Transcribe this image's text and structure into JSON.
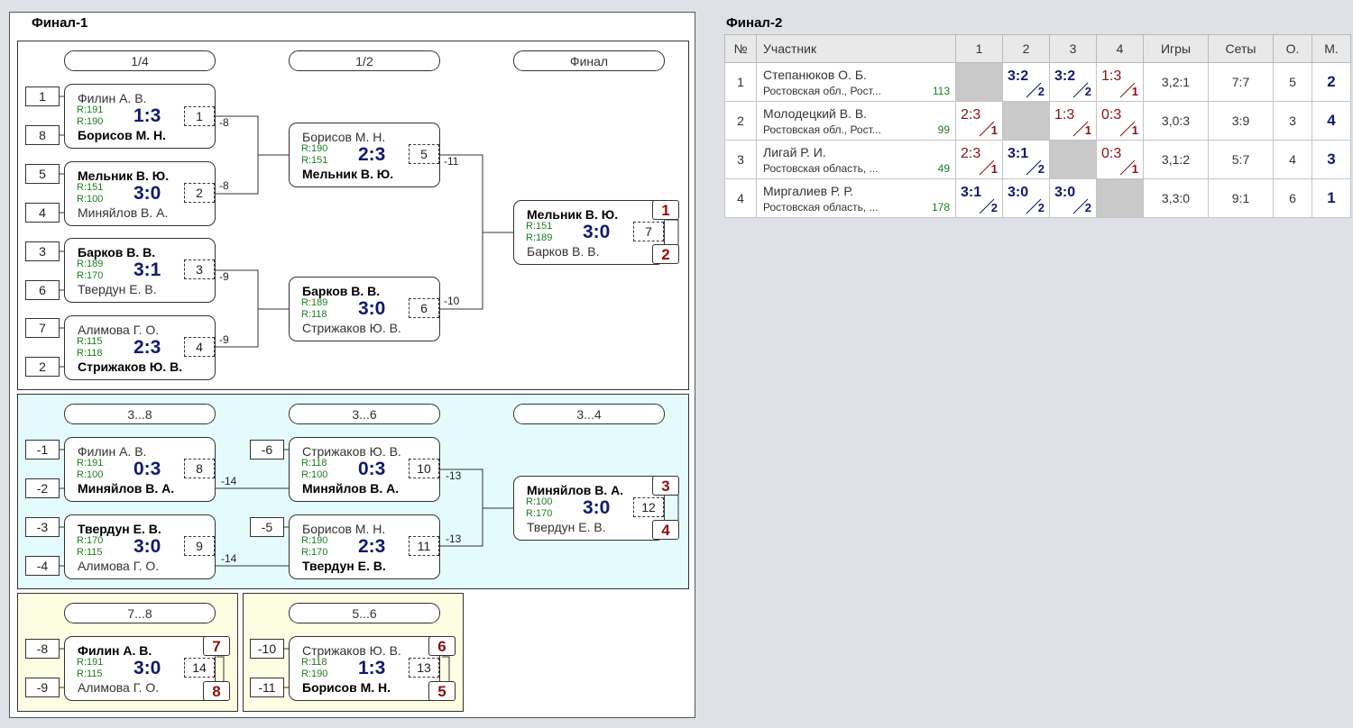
{
  "final1": {
    "title": "Финал-1",
    "rounds": [
      "1/4",
      "1/2",
      "Финал",
      "3...8",
      "3...6",
      "3...4",
      "7...8",
      "5...6"
    ],
    "seeds": [
      "1",
      "8",
      "5",
      "4",
      "3",
      "6",
      "7",
      "2",
      "-1",
      "-2",
      "-3",
      "-4",
      "-6",
      "-5",
      "-8",
      "-9",
      "-10",
      "-11"
    ],
    "matches": [
      {
        "num": "1",
        "p1": "Филин А. В.",
        "p2": "Борисов М. Н.",
        "r1": "R:191",
        "r2": "R:190",
        "score": "1:3",
        "loss": "-8"
      },
      {
        "num": "2",
        "p1": "Мельник В. Ю.",
        "p2": "Миняйлов В. А.",
        "r1": "R:151",
        "r2": "R:100",
        "score": "3:0",
        "loss": "-8"
      },
      {
        "num": "3",
        "p1": "Барков В. В.",
        "p2": "Твердун Е. В.",
        "r1": "R:189",
        "r2": "R:170",
        "score": "3:1",
        "loss": "-9"
      },
      {
        "num": "4",
        "p1": "Алимова Г. О.",
        "p2": "Стрижаков Ю. В.",
        "r1": "R:115",
        "r2": "R:118",
        "score": "2:3",
        "loss": "-9"
      },
      {
        "num": "5",
        "p1": "Борисов М. Н.",
        "p2": "Мельник В. Ю.",
        "r1": "R:190",
        "r2": "R:151",
        "score": "2:3",
        "loss": "-11"
      },
      {
        "num": "6",
        "p1": "Барков В. В.",
        "p2": "Стрижаков Ю. В.",
        "r1": "R:189",
        "r2": "R:118",
        "score": "3:0",
        "loss": "-10"
      },
      {
        "num": "7",
        "p1": "Мельник В. Ю.",
        "p2": "Барков В. В.",
        "r1": "R:151",
        "r2": "R:189",
        "score": "3:0",
        "place1": "1",
        "place2": "2"
      },
      {
        "num": "8",
        "p1": "Филин А. В.",
        "p2": "Миняйлов В. А.",
        "r1": "R:191",
        "r2": "R:100",
        "score": "0:3",
        "loss": "-14"
      },
      {
        "num": "9",
        "p1": "Твердун Е. В.",
        "p2": "Алимова Г. О.",
        "r1": "R:170",
        "r2": "R:115",
        "score": "3:0",
        "loss": "-14"
      },
      {
        "num": "10",
        "p1": "Стрижаков Ю. В.",
        "p2": "Миняйлов В. А.",
        "r1": "R:118",
        "r2": "R:100",
        "score": "0:3",
        "loss": "-13"
      },
      {
        "num": "11",
        "p1": "Борисов М. Н.",
        "p2": "Твердун Е. В.",
        "r1": "R:190",
        "r2": "R:170",
        "score": "2:3",
        "loss": "-13"
      },
      {
        "num": "12",
        "p1": "Миняйлов В. А.",
        "p2": "Твердун Е. В.",
        "r1": "R:100",
        "r2": "R:170",
        "score": "3:0",
        "place1": "3",
        "place2": "4"
      },
      {
        "num": "14",
        "p1": "Филин А. В.",
        "p2": "Алимова Г. О.",
        "r1": "R:191",
        "r2": "R:115",
        "score": "3:0",
        "place1": "7",
        "place2": "8"
      },
      {
        "num": "13",
        "p1": "Стрижаков Ю. В.",
        "p2": "Борисов М. Н.",
        "r1": "R:118",
        "r2": "R:190",
        "score": "1:3",
        "place1": "6",
        "place2": "5"
      }
    ]
  },
  "final2": {
    "title": "Финал-2",
    "headers": [
      "№",
      "Участник",
      "1",
      "2",
      "3",
      "4",
      "Игры",
      "Сеты",
      "О.",
      "М."
    ],
    "rows": [
      {
        "n": "1",
        "name": "Степанюков О. Б.",
        "region": "Ростовская обл., Рост...",
        "rating": "113",
        "cells": [
          null,
          {
            "s": "3:2",
            "p": "2"
          },
          {
            "s": "3:2",
            "p": "2"
          },
          {
            "s": "1:3",
            "p": "1"
          }
        ],
        "games": "3,2:1",
        "sets": "7:7",
        "pts": "5",
        "place": "2"
      },
      {
        "n": "2",
        "name": "Молодецкий В. В.",
        "region": "Ростовская обл., Рост...",
        "rating": "99",
        "cells": [
          {
            "s": "2:3",
            "p": "1"
          },
          null,
          {
            "s": "1:3",
            "p": "1"
          },
          {
            "s": "0:3",
            "p": "1"
          }
        ],
        "games": "3,0:3",
        "sets": "3:9",
        "pts": "3",
        "place": "4"
      },
      {
        "n": "3",
        "name": "Лигай Р. И.",
        "region": "Ростовская область, ...",
        "rating": "49",
        "cells": [
          {
            "s": "2:3",
            "p": "1"
          },
          {
            "s": "3:1",
            "p": "2"
          },
          null,
          {
            "s": "0:3",
            "p": "1"
          }
        ],
        "games": "3,1:2",
        "sets": "5:7",
        "pts": "4",
        "place": "3"
      },
      {
        "n": "4",
        "name": "Миргалиев Р. Р.",
        "region": "Ростовская область, ...",
        "rating": "178",
        "cells": [
          {
            "s": "3:1",
            "p": "2"
          },
          {
            "s": "3:0",
            "p": "2"
          },
          {
            "s": "3:0",
            "p": "2"
          },
          null
        ],
        "games": "3,3:0",
        "sets": "9:1",
        "pts": "6",
        "place": "1"
      }
    ]
  }
}
